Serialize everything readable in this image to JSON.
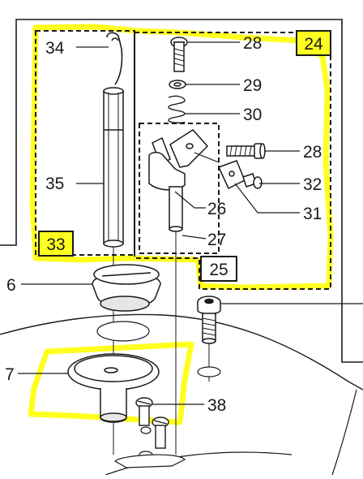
{
  "diagram": {
    "callouts": {
      "c34": "34",
      "c35": "35",
      "c28a": "28",
      "c29": "29",
      "c30": "30",
      "c28b": "28",
      "c32": "32",
      "c31": "31",
      "c26": "26",
      "c27": "27",
      "c6": "6",
      "c7": "7",
      "c38": "38"
    },
    "badges": {
      "b24": "24",
      "b33": "33",
      "b25": "25"
    },
    "colors": {
      "highlight_yellow": "#ffff1f",
      "line": "#1a1a1a",
      "part_fill": "#ffffff",
      "part_shade": "#e6e6e6"
    }
  }
}
